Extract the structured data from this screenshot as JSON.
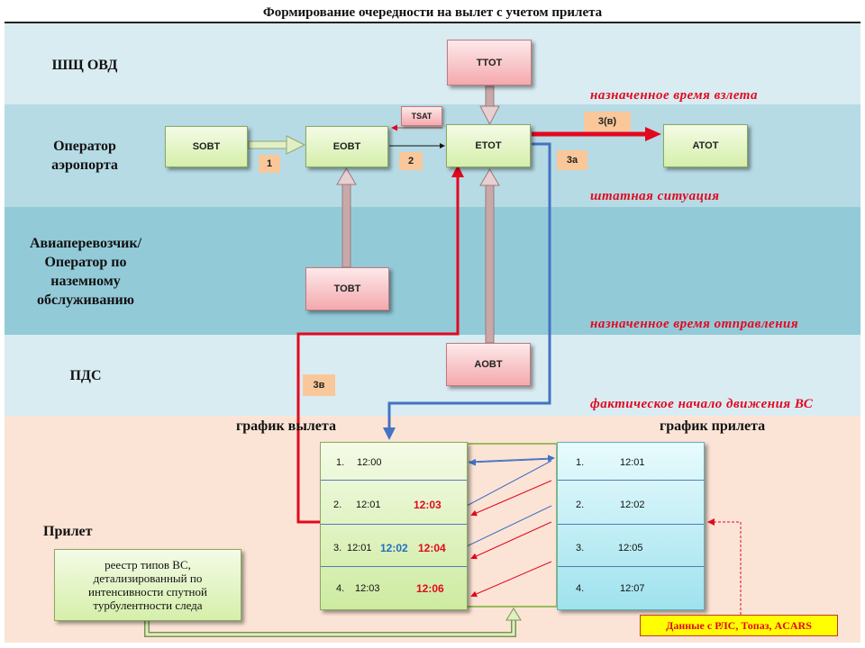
{
  "title": "Формирование очередности на вылет с учетом прилета",
  "lanes": {
    "atc": "ШЩ ОВД",
    "airport_operator": [
      "Оператор",
      "аэропорта"
    ],
    "airline": [
      "Авиаперевозчик/",
      "Оператор по",
      "наземному",
      "обслуживанию"
    ],
    "pds": "ПДС",
    "arrival": "Прилет"
  },
  "boxes": {
    "sobt": "SOBT",
    "eobt": "EOBT",
    "etot": "ETOT",
    "atot": "ATOT",
    "ttot": "TTOT",
    "tobt": "TOBT",
    "aobt": "AOBT",
    "tsat": "TSAT"
  },
  "step_labels": {
    "s1": "1",
    "s2": "2",
    "s3a": "3а",
    "s3b_top": "3(в)",
    "s3v": "3в"
  },
  "notes": {
    "assigned_takeoff": "назначенное время взлета",
    "normal": "штатная ситуация",
    "assigned_departure": "назначенное время отправления",
    "actual_start": "фактическое начало движения ВС"
  },
  "departure_schedule": {
    "header": "график вылета",
    "rows": [
      {
        "num": "1.",
        "time": "12:00",
        "new_time": "",
        "mid_time": ""
      },
      {
        "num": "2.",
        "time": "12:01",
        "new_time": "12:03",
        "mid_time": ""
      },
      {
        "num": "3.",
        "time": "12:01",
        "new_time": "12:04",
        "mid_time": "12:02"
      },
      {
        "num": "4.",
        "time": "12:03",
        "new_time": "12:06",
        "mid_time": ""
      }
    ]
  },
  "arrival_schedule": {
    "header": "график прилета",
    "rows": [
      {
        "num": "1.",
        "time": "12:01"
      },
      {
        "num": "2.",
        "time": "12:02"
      },
      {
        "num": "3.",
        "time": "12:05"
      },
      {
        "num": "4.",
        "time": "12:07"
      }
    ]
  },
  "registry": [
    "реестр типов ВС,",
    "детализированный по",
    "интенсивности спутной",
    "турбулентности следа"
  ],
  "data_sources": "Данные с РЛС, Топаз,  ACARS",
  "colors": {
    "band_light": "#d9ecf2",
    "band_mid": "#b6dbe5",
    "band_dark": "#93cad8",
    "band_peach": "#fbe4d5",
    "accent_red": "#e3081f",
    "accent_blue": "#4472c4"
  }
}
